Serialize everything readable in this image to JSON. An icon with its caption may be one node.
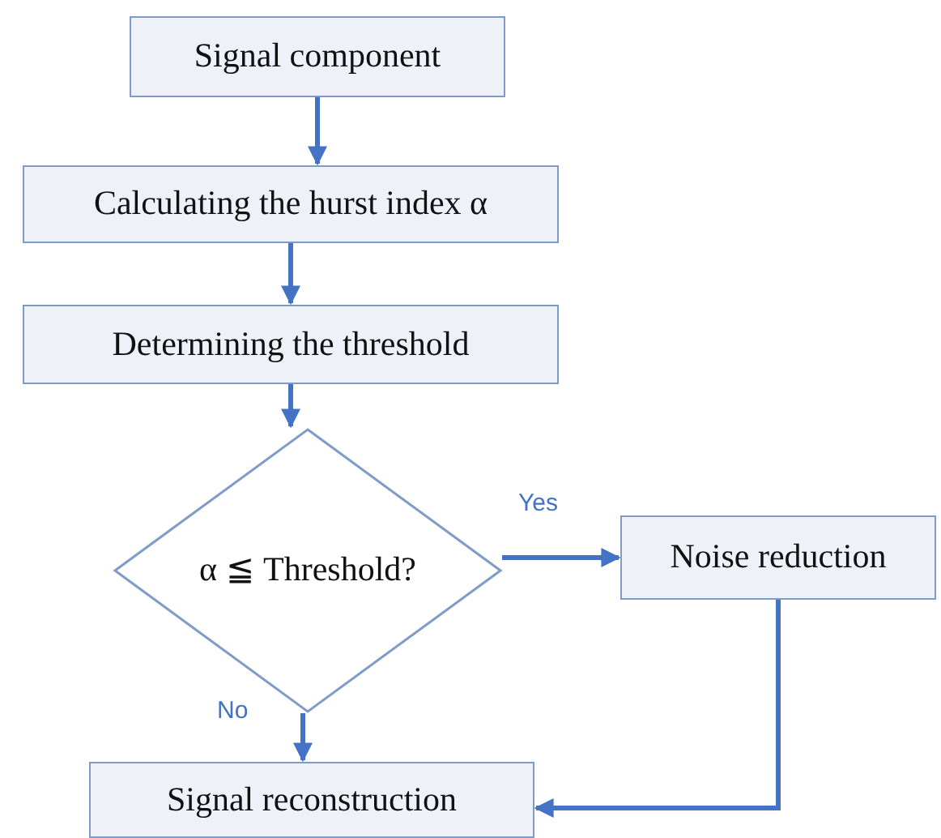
{
  "diagram": {
    "nodes": [
      {
        "text": [
          "Signal component"
        ]
      },
      {
        "text": [
          "Calculating the hurst index α"
        ]
      },
      {
        "text": [
          "Determining the threshold"
        ]
      },
      {
        "text": [
          "α ≦ Threshold?"
        ]
      },
      {
        "text": [
          "Noise reduction"
        ]
      },
      {
        "text": [
          "Signal reconstruction"
        ]
      }
    ],
    "edges": [
      {
        "from": 0,
        "to": 1,
        "arrow": "to"
      },
      {
        "from": 1,
        "to": 2,
        "arrow": "to"
      },
      {
        "from": 2,
        "to": 3,
        "arrow": "to"
      },
      {
        "from": 3,
        "to": 4,
        "arrow": "to",
        "label": "Yes"
      },
      {
        "from": 3,
        "to": 5,
        "arrow": "to",
        "label": "No"
      },
      {
        "from": 4,
        "to": 5,
        "arrow": "to"
      }
    ]
  }
}
